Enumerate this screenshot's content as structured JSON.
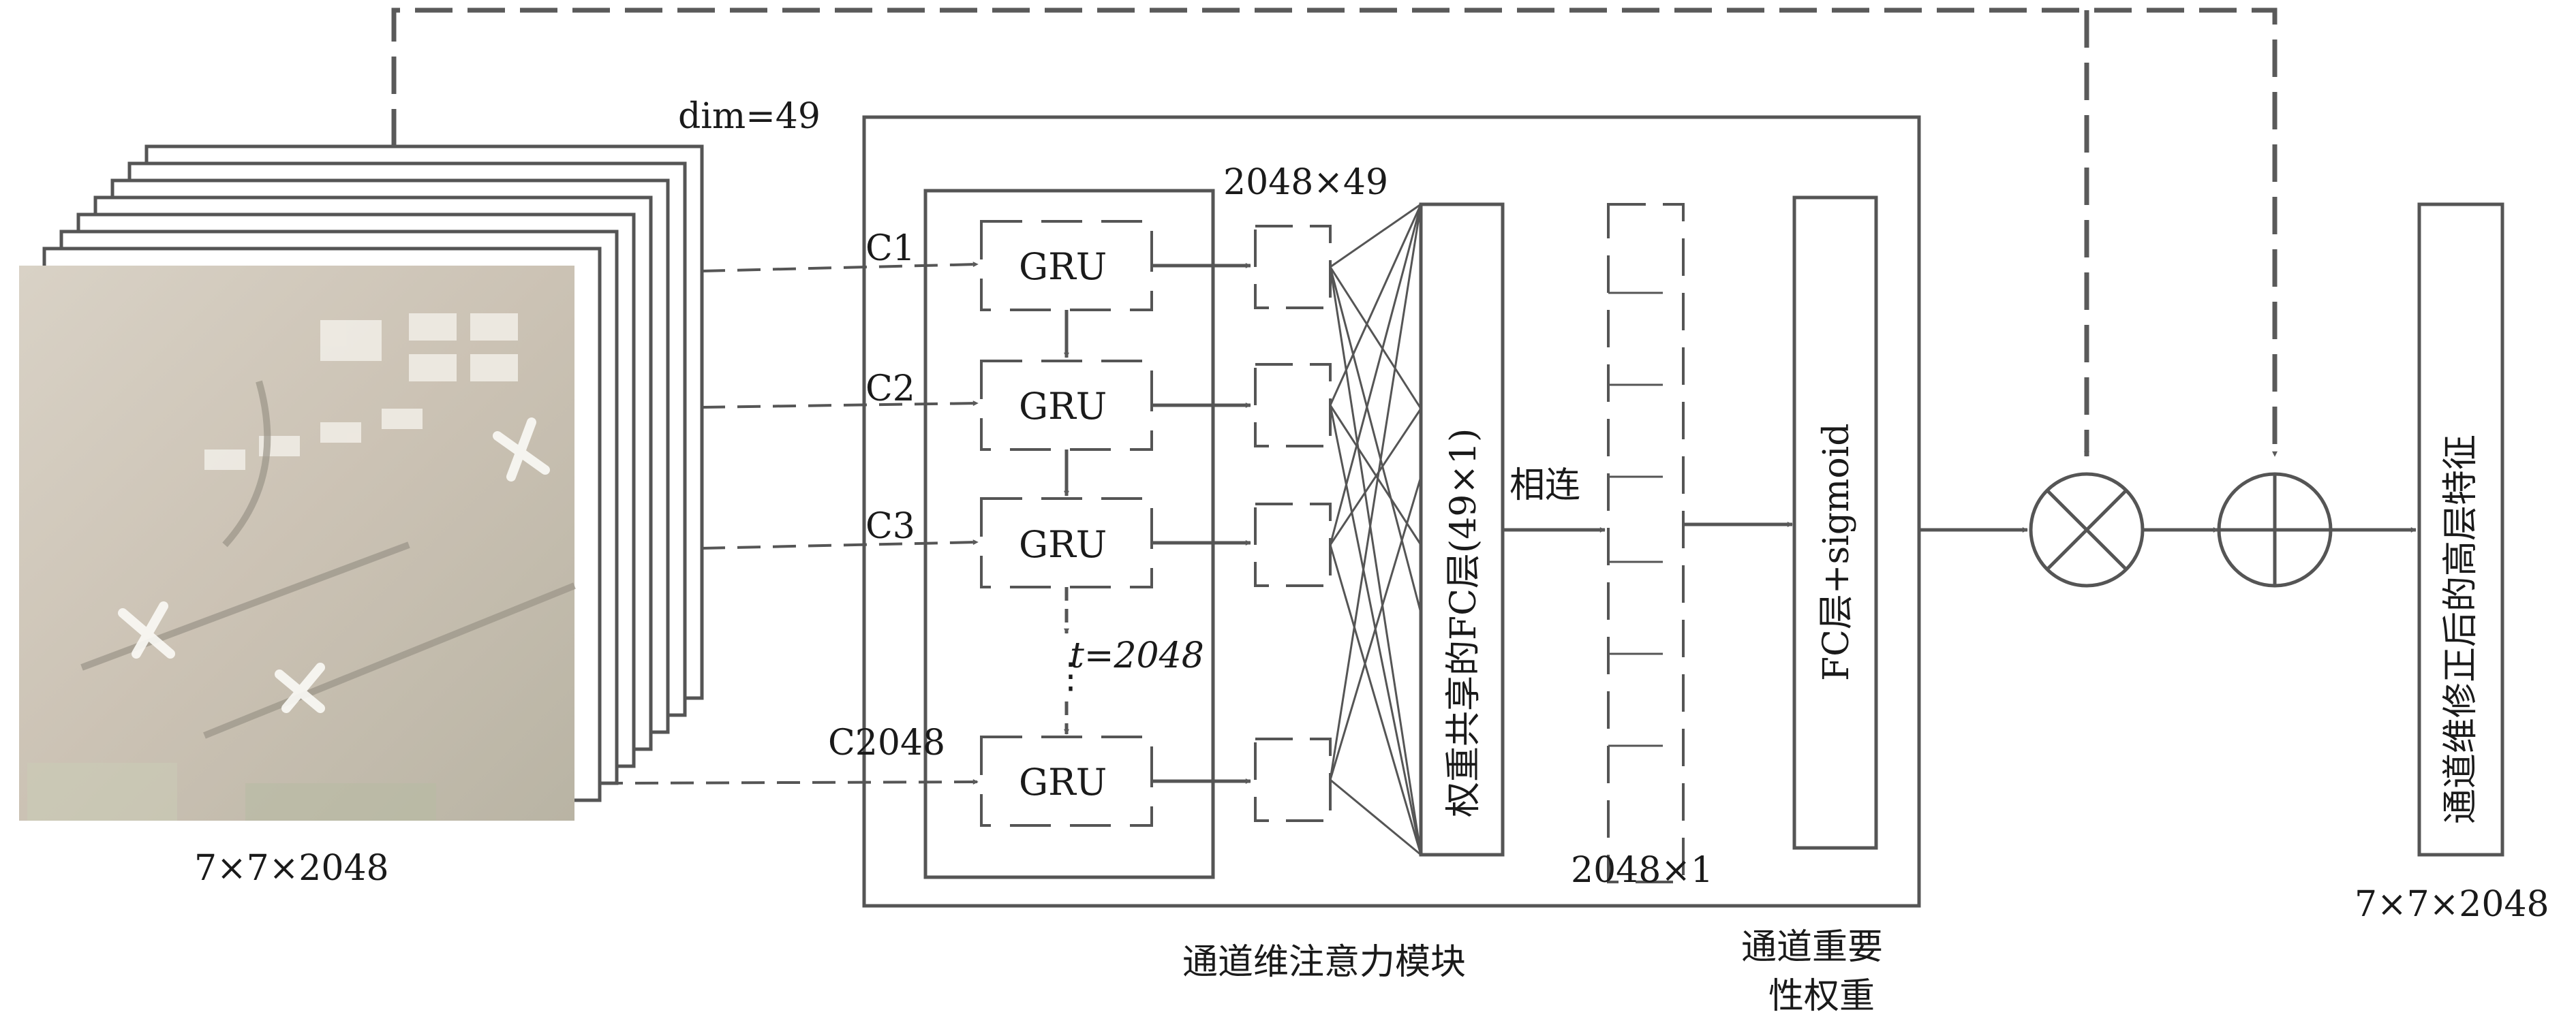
{
  "input": {
    "dim_label": "dim=49",
    "size_label": "7×7×2048"
  },
  "channels": [
    {
      "label": "C1",
      "gru": "GRU"
    },
    {
      "label": "C2",
      "gru": "GRU"
    },
    {
      "label": "C3",
      "gru": "GRU"
    },
    {
      "label": "C2048",
      "gru": "GRU"
    }
  ],
  "time_step_label": "t=2048",
  "ellipsis": "⋮",
  "gru_out_label": "2048×49",
  "shared_fc_label": "权重共享的FC层(49×1)",
  "concat_label": "相连",
  "vec_label": "2048×1",
  "fc_sigmoid_label": "FC层+sigmoid",
  "module_label": "通道维注意力模块",
  "weight_label_line1": "通道重要",
  "weight_label_line2": "性权重",
  "multiply_symbol": "⊗",
  "add_symbol": "⊕",
  "output": {
    "feature_label": "通道维修正后的高层特征",
    "size_label": "7×7×2048"
  },
  "colors": {
    "line": "#555555",
    "arrow": "#5a5a5a",
    "text": "#1a1a1a"
  }
}
